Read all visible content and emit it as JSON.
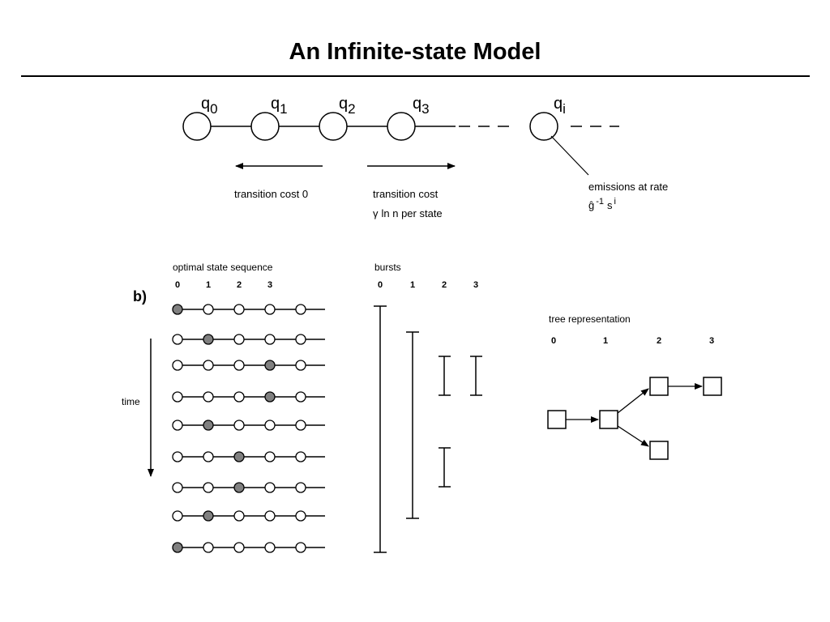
{
  "title": "An Infinite-state Model",
  "chain": {
    "states": [
      {
        "q": "q",
        "sub": "0"
      },
      {
        "q": "q",
        "sub": "1"
      },
      {
        "q": "q",
        "sub": "2"
      },
      {
        "q": "q",
        "sub": "3"
      },
      {
        "q": "q",
        "sub": "i"
      }
    ],
    "left_arrow_label": "transition cost 0",
    "right_arrow_label_1": "transition cost",
    "right_arrow_gamma": "γ",
    "right_arrow_label_2": "ln n per state",
    "emission_label": "emissions at rate",
    "emission_g": "ĝ",
    "emission_exp": "-1",
    "emission_s": "s",
    "emission_i": "i"
  },
  "part_b": {
    "label": "b)",
    "sequence_title": "optimal state sequence",
    "state_numbers": [
      "0",
      "1",
      "2",
      "3"
    ],
    "time_label": "time",
    "active_states": [
      0,
      1,
      3,
      3,
      1,
      2,
      2,
      1,
      0
    ],
    "bursts_title": "bursts",
    "burst_numbers": [
      "0",
      "1",
      "2",
      "3"
    ],
    "tree_title": "tree representation",
    "tree_numbers": [
      "0",
      "1",
      "2",
      "3"
    ],
    "colors": {
      "active_fill": "#808080",
      "inactive_fill": "#ffffff",
      "stroke": "#000000"
    }
  }
}
